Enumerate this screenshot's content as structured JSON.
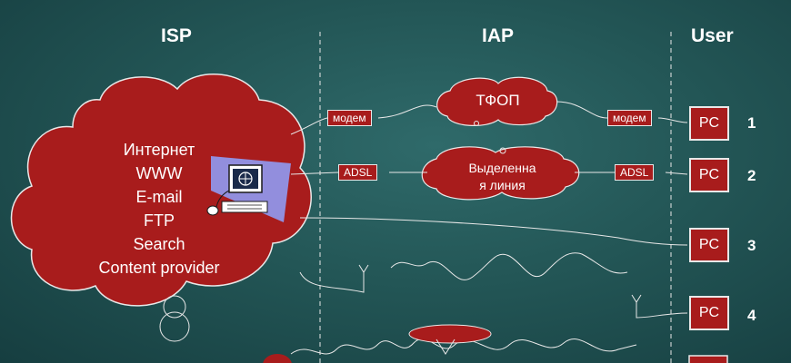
{
  "headers": {
    "isp": "ISP",
    "iap": "IAP",
    "user": "User"
  },
  "isp_cloud": {
    "lines": [
      "Интернет",
      "WWW",
      "E-mail",
      "FTP",
      "Search",
      "Content provider"
    ]
  },
  "connections": [
    {
      "left_label": "модем",
      "middle_label": "ТФОП",
      "right_label": "модем",
      "pc": "PC",
      "num": "1"
    },
    {
      "left_label": "ADSL",
      "middle_label": "Выделенна\nя линия",
      "right_label": "ADSL",
      "pc": "PC",
      "num": "2"
    },
    {
      "pc": "PC",
      "num": "3"
    },
    {
      "pc": "PC",
      "num": "4"
    }
  ],
  "colors": {
    "red": "#a81c1c",
    "line": "#e8e8e8",
    "bg": "#235656"
  }
}
